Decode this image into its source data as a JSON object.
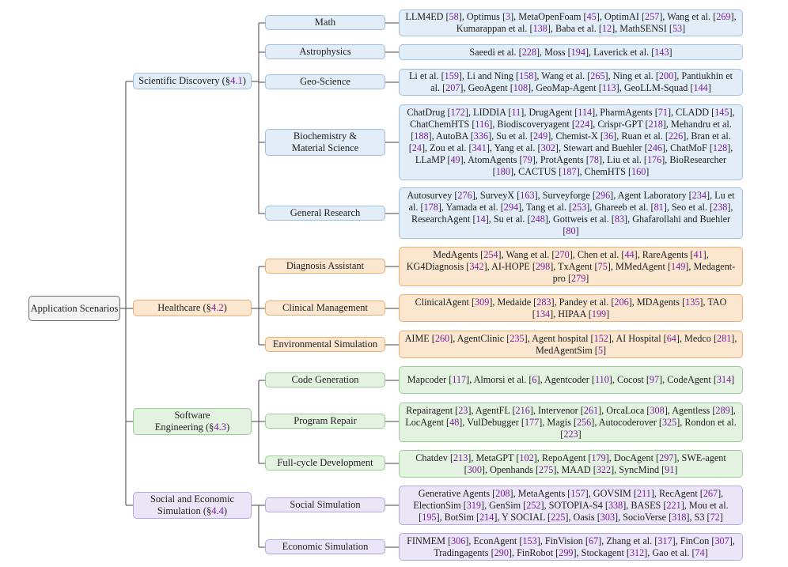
{
  "root": "Application Scenarios",
  "categories": [
    {
      "id": "sci",
      "label": "Scientific Discovery (§",
      "sec": "4.1",
      "tail": ")",
      "color": "blue",
      "children": [
        {
          "label": "Math",
          "refs": "LLM4ED [58], Optimus [3], MetaOpenFoam [45], OptimAI [257], Wang et al. [269], Kumarappan et al. [138], Baba et al. [12], MathSENSI [53]"
        },
        {
          "label": "Astrophysics",
          "refs": "Saeedi et al. [228], Moss [194], Laverick et al. [143]"
        },
        {
          "label": "Geo-Science",
          "refs": "Li et al. [159], Li and Ning [158], Wang et al. [265], Ning et al. [200], Pantiukhin et al. [207], GeoAgent [108], GeoMap-Agent [113], GeoLLM-Squad [144]"
        },
        {
          "label": "Biochemistry & Material Science",
          "refs": "ChatDrug [172], LIDDIA [11], DrugAgent [114], PharmAgents [71], CLADD [145], ChatChemHTS [116], Biodiscoveryagent [224], Crispr-GPT [218], Mehandru et al. [188], AutoBA [336], Su et al. [249], Chemist-X [36], Ruan et al. [226], Bran et al. [24], Zou et al. [341], Yang et al. [302], Stewart and Buehler [246], ChatMoF [128], LLaMP [49], AtomAgents [79], ProtAgents [78], Liu et al. [176], BioResearcher [180], CACTUS [187], ChemHTS [160]"
        },
        {
          "label": "General Research",
          "refs": "Autosurvey [276], SurveyX [163], Surveyforge [296], Agent Laboratory [234], Lu et al. [178], Yamada et al. [294], Tang et al. [253], Ghareeb et al. [81], Seo et al. [238], ResearchAgent [14], Su et al. [248], Gottweis et al. [83], Ghafarollahi and Buehler [80]"
        }
      ]
    },
    {
      "id": "health",
      "label": "Healthcare (§",
      "sec": "4.2",
      "tail": ")",
      "color": "orange",
      "children": [
        {
          "label": "Diagnosis Assistant",
          "refs": "MedAgents [254], Wang et al. [270], Chen et al. [44], RareAgents [41], KG4Diagnosis [342], AI-HOPE [298], TxAgent [75], MMedAgent [149], Medagent-pro [279]"
        },
        {
          "label": "Clinical Management",
          "refs": "ClinicalAgent [309], Medaide [283], Pandey et al. [206], MDAgents [135], TAO [134], HIPAA [199]"
        },
        {
          "label": "Environmental Simulation",
          "refs": "AIME [260], AgentClinic [235], Agent hospital [152], AI Hospital [64], Medco [281], MedAgentSim [5]"
        }
      ]
    },
    {
      "id": "se",
      "label": "Software Engineering (§",
      "sec": "4.3",
      "tail": ")",
      "color": "green",
      "children": [
        {
          "label": "Code Generation",
          "refs": "Mapcoder [117], Almorsi et al. [6], Agentcoder [110], Cocost [97], CodeAgent [314]"
        },
        {
          "label": "Program Repair",
          "refs": "Repairagent [23], AgentFL [216], Intervenor [261], OrcaLoca [308], Agentless [289], LocAgent [48], VulDebugger [177], Magis [256], Autocoderover [325], Rondon et al. [223]"
        },
        {
          "label": "Full-cycle Development",
          "refs": "Chatdev [213], MetaGPT [102], RepoAgent [179], DocAgent [297], SWE-agent [300], Openhands [275], MAAD [322], SyncMind [91]"
        }
      ]
    },
    {
      "id": "social",
      "label": "Social and Economic Simulation (§",
      "sec": "4.4",
      "tail": ")",
      "color": "purple",
      "children": [
        {
          "label": "Social Simulation",
          "refs": "Generative Agents [208], MetaAgents [157], GOVSIM [211], RecAgent [267], ElectionSim [319], GenSim [252], SOTOPIA-S4 [338], BASES [221], Mou et al. [195], BotSim [214], Y SOCIAL [225], Oasis [303], SocioVerse [318], S3 [72]"
        },
        {
          "label": "Economic Simulation",
          "refs": "FINMEM [306], EconAgent [153], FinVision [67], Zhang et al. [317], FinCon [307], Tradingagents [290], FinRobot [299], Stockagent [312], Gao et al. [74]"
        }
      ]
    }
  ]
}
